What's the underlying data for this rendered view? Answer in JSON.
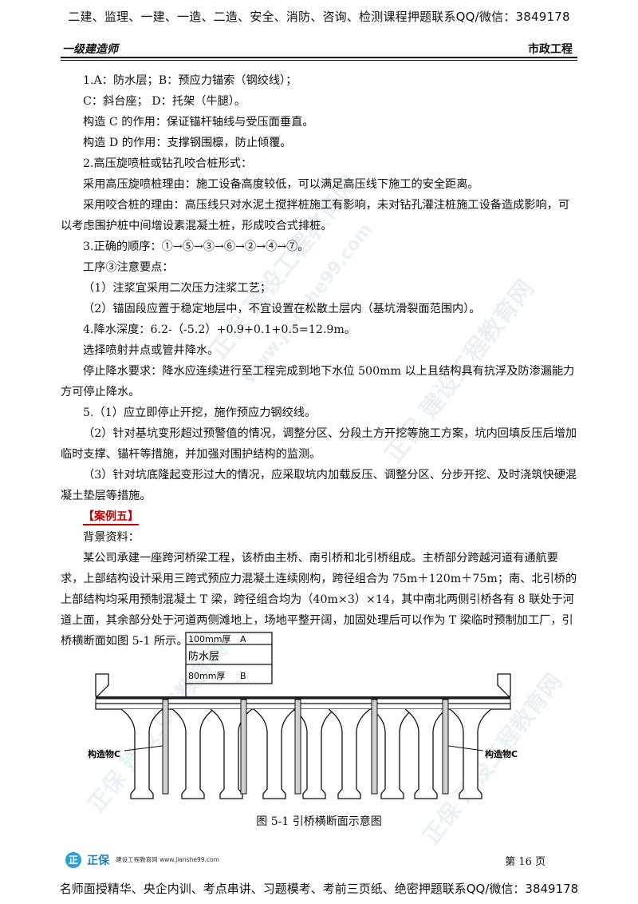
{
  "header": {
    "top_banner": "二建、监理、一建、一造、二造、安全、消防、咨询、检测课程押题联系QQ/微信：3849178",
    "left": "一级建造师",
    "right": "市政工程"
  },
  "body": {
    "p1": "1.A：防水层；B：预应力锚索（钢绞线）；",
    "p2": "C：斜台座；  D：托架（牛腿）。",
    "p3": "构造 C 的作用：保证锚杆轴线与受压面垂直。",
    "p4": "构造 D 的作用：支撑钢围檩，防止倾覆。",
    "p5": "2.高压旋喷桩或钻孔咬合桩形式：",
    "p6": "采用高压旋喷桩理由：施工设备高度较低，可以满足高压线下施工的安全距离。",
    "p7": "采用咬合桩的理由：高压线只对水泥土搅拌桩施工有影响，未对钻孔灌注桩施工设备造成影响，可以考虑围护桩中间增设素混凝土桩，形成咬合式排桩。",
    "p8": "3.正确的顺序：①→⑤→③→⑥→②→④→⑦。",
    "p9": "工序③注意要点：",
    "p10": "（1）注浆宜采用二次压力注浆工艺；",
    "p11": "（2）锚固段应置于稳定地层中，不宜设置在松散土层内（基坑滑裂面范围内）。",
    "p12": "4.降水深度：6.2-（-5.2）+0.9+0.1+0.5=12.9m。",
    "p13": "选择喷射井点或管井降水。",
    "p14": "停止降水要求：降水应连续进行至工程完成到地下水位 500mm 以上且结构具有抗浮及防渗漏能力方可停止降水。",
    "p15": "5.（1）应立即停止开挖，施作预应力钢绞线。",
    "p16": "（2）针对基坑变形超过预警值的情况，调整分区、分段土方开挖等施工方案，坑内回填反压后增加临时支撑、锚杆等措施，并加强对围护结构的监测。",
    "p17": "（3）针对坑底隆起变形过大的情况，应采取坑内加载反压、调整分区、分步开挖、及时浇筑快硬混凝土垫层等措施。",
    "case_title": "【案例五】",
    "p18": "背景资料：",
    "p19": "某公司承建一座跨河桥梁工程，该桥由主桥、南引桥和北引桥组成。主桥部分跨越河道有通航要求，上部结构设计采用三跨式预应力混凝土连续刚构，跨径组合为 75m＋120m＋75m；南、北引桥的上部结构均采用预制混凝土 T 梁，跨径组合均为（40m×3）×14，其中南北两侧引桥各有 8 联处于河道上面，其余部分处于河道两侧滩地上，场地平整开阔，加固处理后可以作为 T 梁临时预制加工厂，引桥横断面如图 5-1 所示。"
  },
  "figure": {
    "label_a_thickness": "100mm厚",
    "label_a": "A",
    "label_waterproof": "防水层",
    "label_b_thickness": "80mm厚",
    "label_b": "B",
    "label_c_left": "构造物C",
    "label_c_right": "构造物C",
    "caption": "图 5-1  引桥横断面示意图"
  },
  "footer": {
    "logo_mark": "正",
    "logo_brand": "正保",
    "logo_text": "建设工程教育网 www.jianshe99.com",
    "page": "第 16 页",
    "bottom_banner": "名师面授精华、央企内训、考点串讲、习题模考、考前三页纸、绝密押题联系QQ/微信：3849178"
  },
  "watermark": {
    "text1": "正保 建设工程教育网",
    "text2": "www.jianshe99.com"
  }
}
